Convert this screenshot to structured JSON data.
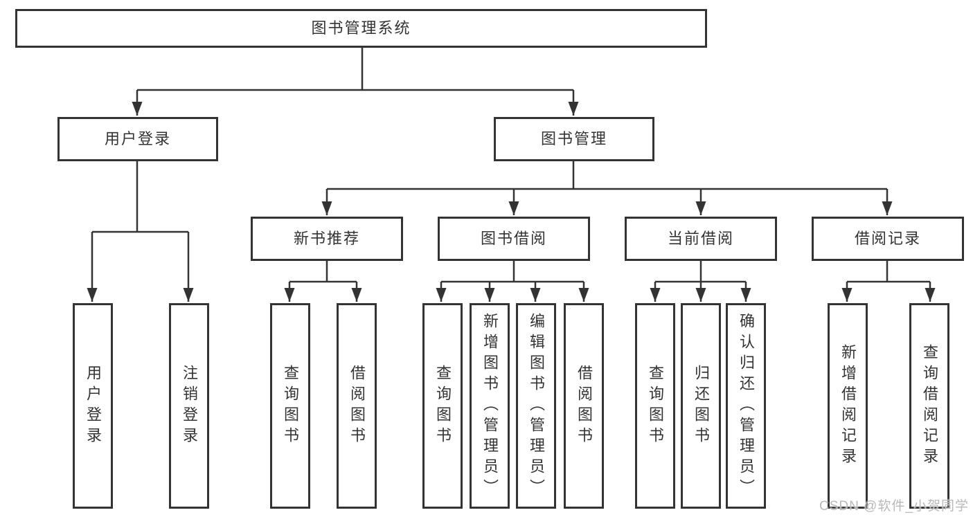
{
  "diagram": {
    "type": "hierarchy-tree",
    "nodes": {
      "root": {
        "label": "图书管理系统"
      },
      "user_login": {
        "label": "用户登录"
      },
      "book_mgmt": {
        "label": "图书管理"
      },
      "new_book_rec": {
        "label": "新书推荐"
      },
      "book_borrow": {
        "label": "图书借阅"
      },
      "current_borrow": {
        "label": "当前借阅"
      },
      "borrow_record": {
        "label": "借阅记录"
      },
      "ul_login": {
        "label": "用户登录"
      },
      "ul_logout": {
        "label": "注销登录"
      },
      "nbr_query": {
        "label": "查询图书"
      },
      "nbr_borrow": {
        "label": "借阅图书"
      },
      "bb_query": {
        "label": "查询图书"
      },
      "bb_add": {
        "label": "新增图书（管理员）"
      },
      "bb_edit": {
        "label": "编辑图书（管理员）"
      },
      "bb_borrow": {
        "label": "借阅图书"
      },
      "cb_query": {
        "label": "查询图书"
      },
      "cb_return": {
        "label": "归还图书"
      },
      "cb_confirm": {
        "label": "确认归还（管理员）"
      },
      "br_add": {
        "label": "新增借阅记录"
      },
      "br_query": {
        "label": "查询借阅记录"
      }
    },
    "edges": [
      [
        "root",
        "user_login"
      ],
      [
        "root",
        "book_mgmt"
      ],
      [
        "user_login",
        "ul_login"
      ],
      [
        "user_login",
        "ul_logout"
      ],
      [
        "book_mgmt",
        "new_book_rec"
      ],
      [
        "book_mgmt",
        "book_borrow"
      ],
      [
        "book_mgmt",
        "current_borrow"
      ],
      [
        "book_mgmt",
        "borrow_record"
      ],
      [
        "new_book_rec",
        "nbr_query"
      ],
      [
        "new_book_rec",
        "nbr_borrow"
      ],
      [
        "book_borrow",
        "bb_query"
      ],
      [
        "book_borrow",
        "bb_add"
      ],
      [
        "book_borrow",
        "bb_edit"
      ],
      [
        "book_borrow",
        "bb_borrow"
      ],
      [
        "current_borrow",
        "cb_query"
      ],
      [
        "current_borrow",
        "cb_return"
      ],
      [
        "current_borrow",
        "cb_confirm"
      ],
      [
        "borrow_record",
        "br_add"
      ],
      [
        "borrow_record",
        "br_query"
      ]
    ],
    "colors": {
      "line": "#333333",
      "text": "#333333",
      "box_background": "#ffffff",
      "watermark": "#b9b9b9"
    },
    "watermark": "CSDN @软件_小贺同学"
  }
}
